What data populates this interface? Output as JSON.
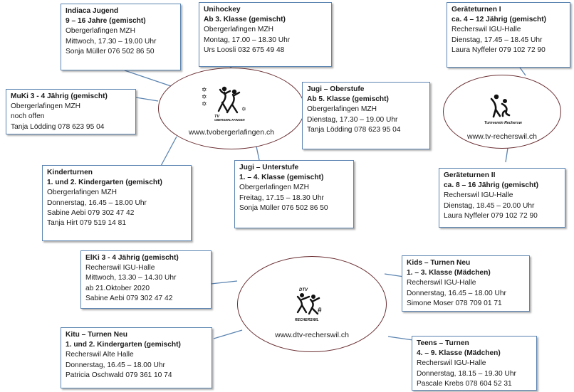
{
  "clubs": {
    "tvo": {
      "website": "www.tvobergerlafingen.ch",
      "logo_text": "TV OBERGERLAFINGEN"
    },
    "tvr": {
      "website": "www.tv-recherswil.ch",
      "logo_text": "Turnverein Recherswil"
    },
    "dtv": {
      "website": "www.dtv-recherswil.ch",
      "logo_text_top": "DTV",
      "logo_text_bottom": "RECHERSWIL"
    }
  },
  "groups": {
    "indiaca": {
      "title1": "Indiaca Jugend",
      "title2": "9 – 16 Jahre (gemischt)",
      "place": "Obergerlafingen MZH",
      "time": "Mittwoch, 17.30 – 19.00 Uhr",
      "contact": "Sonja Müller 076 502 86 50"
    },
    "unihockey": {
      "title1": "Unihockey",
      "title2": "Ab 3. Klasse (gemischt)",
      "place": "Obergerlafingen MZH",
      "time": "Montag, 17.00 – 18.30 Uhr",
      "contact": "Urs Loosli 032 675 49 48"
    },
    "muki": {
      "title1": "MuKi  3 - 4 Jährig (gemischt)",
      "place": "Obergerlafingen MZH",
      "time": "noch offen",
      "contact": "Tanja Lödding 078 623 95 04"
    },
    "oberstufe": {
      "title1": "Jugi – Oberstufe",
      "title2": "Ab 5. Klasse (gemischt)",
      "place": "Obergerlafingen MZH",
      "time": "Dienstag, 17.30 – 19.00 Uhr",
      "contact": "Tanja Lödding 078 623 95 04"
    },
    "kinderturnen": {
      "title1": "Kinderturnen",
      "title2": "1. und 2. Kindergarten (gemischt)",
      "place": "Obergerlafingen MZH",
      "time": "Donnerstag, 16.45 – 18.00 Uhr",
      "contact": "Sabine Aebi 079 302 47 42",
      "contact2": "Tanja Hirt 079 519 14 81"
    },
    "unterstufe": {
      "title1": "Jugi – Unterstufe",
      "title2": "1. – 4. Klasse (gemischt)",
      "place": "Obergerlafingen MZH",
      "time": "Freitag, 17.15 – 18.30 Uhr",
      "contact": "Sonja Müller 076 502 86 50"
    },
    "geraete1": {
      "title1": "Geräteturnen I",
      "title2": "ca. 4 – 12 Jährig (gemischt)",
      "place": "Recherswil IGU-Halle",
      "time": "Dienstag, 17.45 – 18.45 Uhr",
      "contact": "Laura Nyffeler 079 102 72 90"
    },
    "geraete2": {
      "title1": "Geräteturnen II",
      "title2": "ca. 8 – 16 Jährig (gemischt)",
      "place": "Recherswil IGU-Halle",
      "time": "Dienstag, 18.45 – 20.00 Uhr",
      "contact": "Laura Nyffeler 079 102 72 90"
    },
    "elki": {
      "title1": "ElKi  3 - 4 Jährig (gemischt)",
      "place": "Recherswil IGU-Halle",
      "time": "Mittwoch, 13.30 – 14.30 Uhr",
      "note": "ab 21.Oktober 2020",
      "contact": "Sabine Aebi 079 302 47 42"
    },
    "kids": {
      "title1": "Kids – Turnen  Neu",
      "title2": "1. – 3. Klasse (Mädchen)",
      "place": "Recherswil IGU-Halle",
      "time": "Donnerstag, 16.45 – 18.00 Uhr",
      "contact": "Simone Moser 078 709 01 71"
    },
    "kitu": {
      "title1": "Kitu – Turnen  Neu",
      "title2": "1. und 2. Kindergarten (gemischt)",
      "place": "Recherswil Alte Halle",
      "time": "Donnerstag, 16.45 – 18.00 Uhr",
      "contact": "Patricia Oschwald 079 361 10 74"
    },
    "teens": {
      "title1": "Teens – Turnen",
      "title2": "4. – 9. Klasse (Mädchen)",
      "place": "Recherswil IGU-Halle",
      "time": "Donnerstag, 18.15 – 19.30 Uhr",
      "contact": "Pascale Krebs 078 604 52 31"
    }
  },
  "colors": {
    "box_border": "#5b84b1",
    "ellipse_border": "#6b2f33",
    "connector": "#5b84b1"
  }
}
